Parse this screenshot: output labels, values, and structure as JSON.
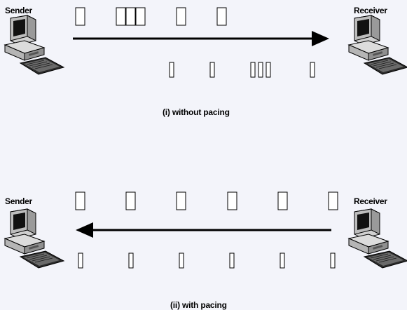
{
  "panel_top": {
    "left_label": "Sender",
    "right_label": "Receiver",
    "caption": "(i) without pacing",
    "arrow_direction": "left-to-right"
  },
  "panel_bottom": {
    "left_label": "Sender",
    "right_label": "Receiver",
    "caption": "(ii) with pacing",
    "arrow_direction": "right-to-left"
  },
  "icons": [
    "computer-icon"
  ],
  "colors": {
    "background": "#f3f4fa",
    "stroke": "#000000"
  }
}
